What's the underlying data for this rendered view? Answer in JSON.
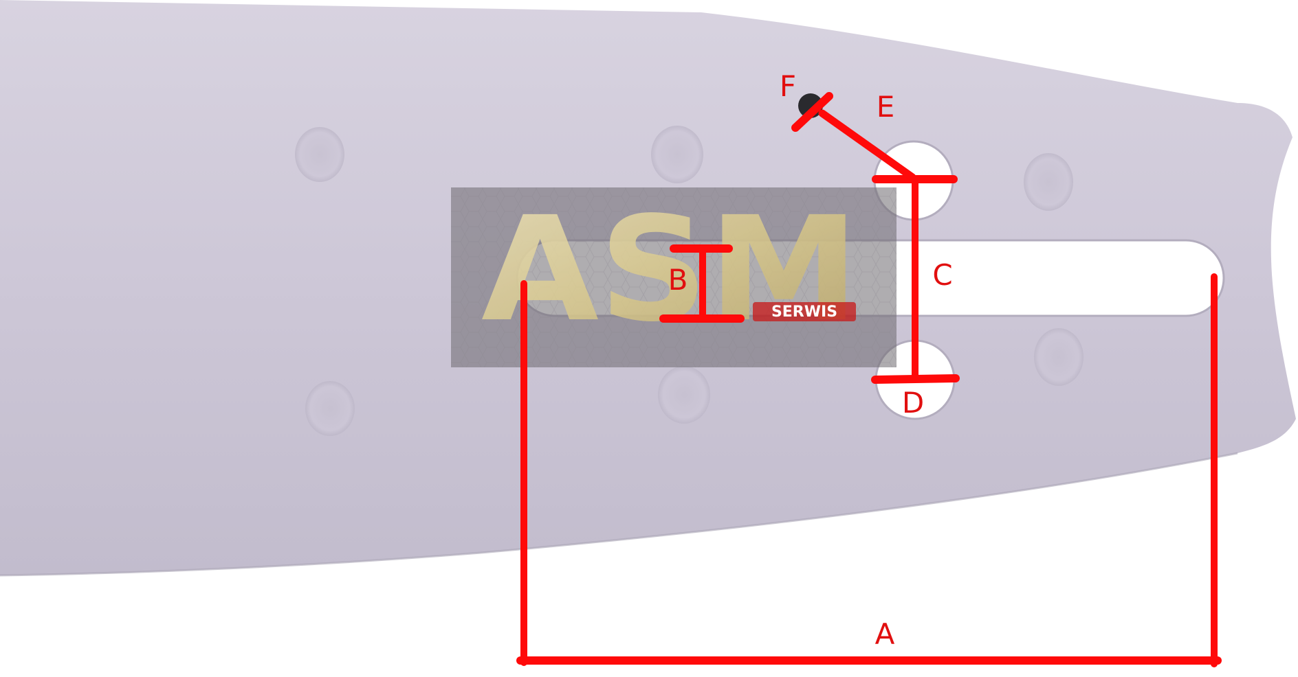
{
  "labels": {
    "a": "A",
    "b": "B",
    "c": "C",
    "d": "D",
    "e": "E",
    "f": "F"
  },
  "watermark": {
    "logo_text": "ASM",
    "sub_text": "SERWIS"
  },
  "colors": {
    "background": "#ffffff",
    "bar": "#cdc7d7",
    "bar_shadow": "#b9b3c4",
    "dimension": "#ff0a0a",
    "label": "#e10f0f",
    "watermark_box": "#6e6a70",
    "watermark_gold": "#d9c98c"
  }
}
